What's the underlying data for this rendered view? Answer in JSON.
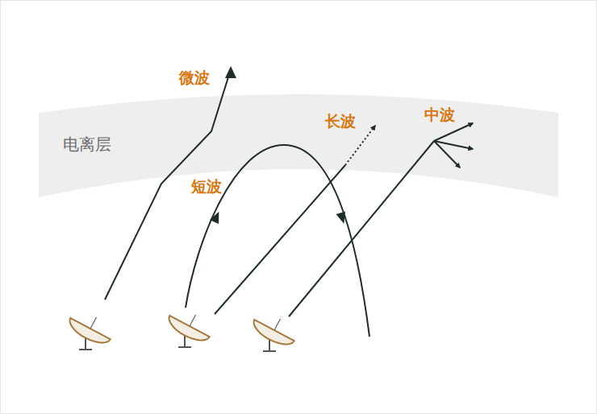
{
  "diagram": {
    "nodes": [
      {
        "text": [
          "电离层"
        ]
      }
    ],
    "labels": [
      "微波",
      "短波",
      "长波",
      "中波"
    ]
  }
}
